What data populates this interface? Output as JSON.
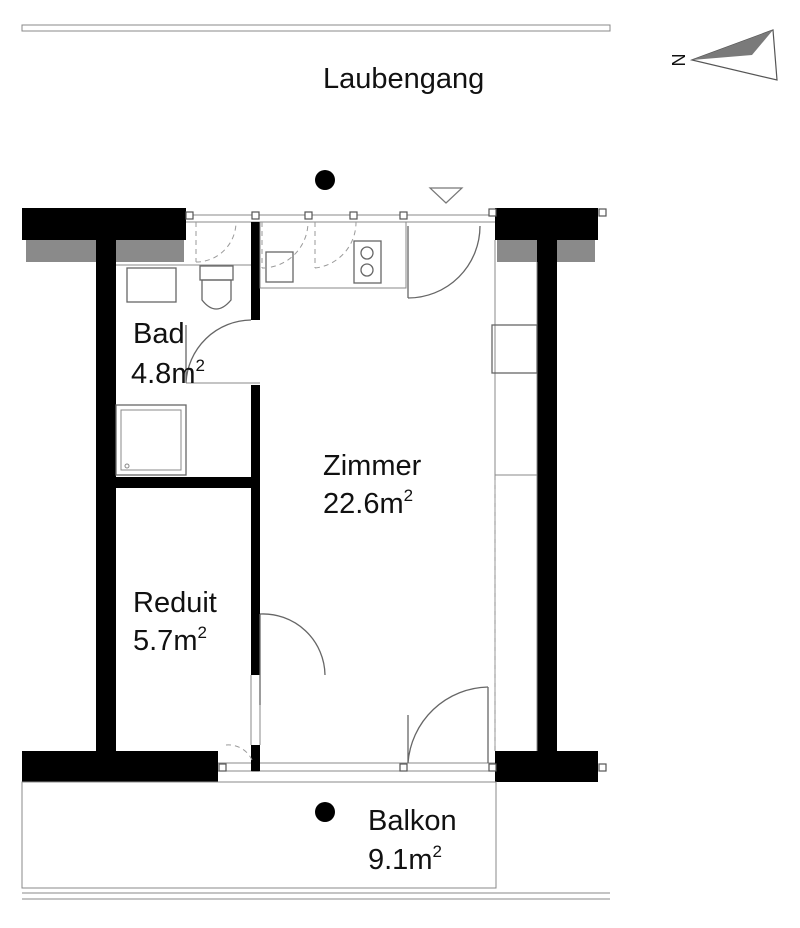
{
  "corridor": {
    "label": "Laubengang"
  },
  "compass": {
    "letter": "N"
  },
  "rooms": [
    {
      "id": "bad",
      "name": "Bad",
      "area": "4.8m",
      "exp": "2"
    },
    {
      "id": "reduit",
      "name": "Reduit",
      "area": "5.7m",
      "exp": "2"
    },
    {
      "id": "zimmer",
      "name": "Zimmer",
      "area": "22.6m",
      "exp": "2"
    },
    {
      "id": "balkon",
      "name": "Balkon",
      "area": "9.1m",
      "exp": "2"
    }
  ]
}
